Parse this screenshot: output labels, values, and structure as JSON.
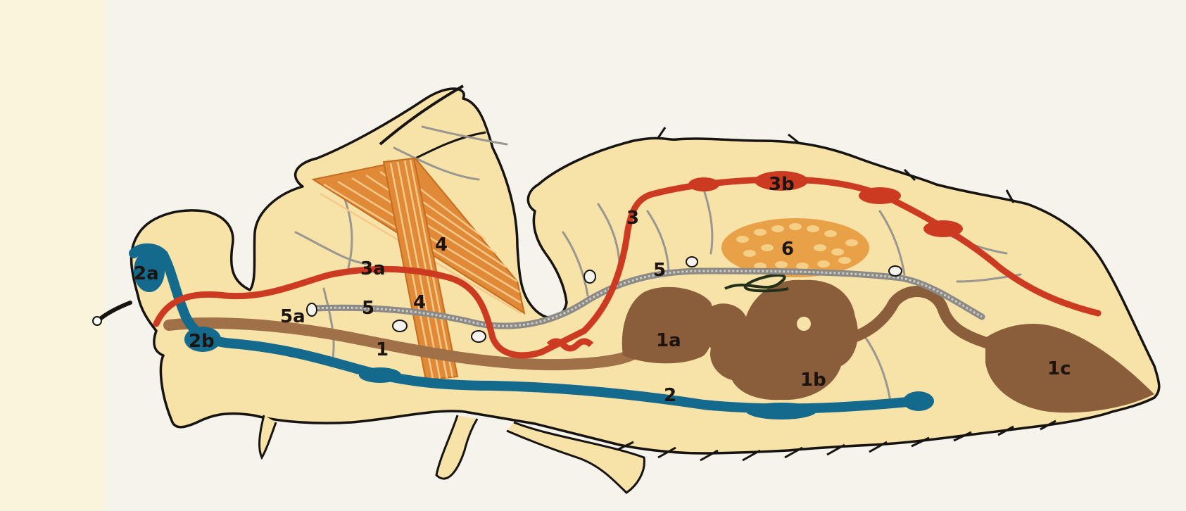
{
  "labels": {
    "l_2a": "2a",
    "l_2b": "2b",
    "l_5a": "5a",
    "l_5_left": "5",
    "l_3a": "3a",
    "l_4_upper": "4",
    "l_4_lower": "4",
    "l_1": "1",
    "l_3": "3",
    "l_3b": "3b",
    "l_6": "6",
    "l_5_right": "5",
    "l_1a": "1a",
    "l_1b": "1b",
    "l_2": "2",
    "l_1c": "1c"
  },
  "colors": {
    "background": "#f5f3ec",
    "body_fill": "#f7e2a8",
    "outline": "#161311",
    "gut": "#8a5e3b",
    "gut_light": "#a07049",
    "ventral_vessel": "#136a8c",
    "dorsal_vessel": "#cc3a22",
    "muscle": "#e08a38",
    "muscle_line": "#f7c989",
    "nerve": "#8c8a86",
    "trachea": "#9a9790",
    "fat_body": "#e9a148",
    "fat_spots": "#f6cf86"
  }
}
